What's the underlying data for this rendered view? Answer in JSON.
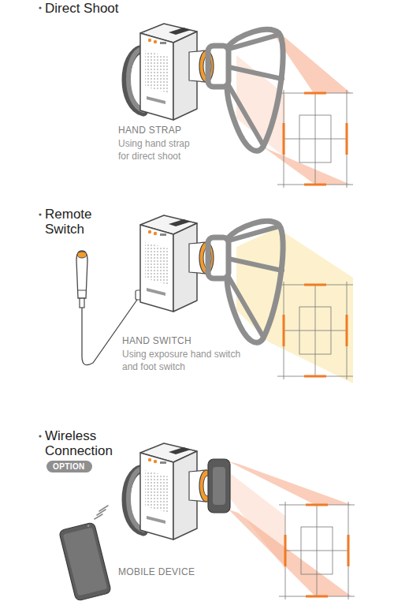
{
  "diagram": {
    "nodes": [
      {
        "text": [
          "OPTION"
        ]
      }
    ],
    "labels": [
      "Direct Shoot",
      "HAND STRAP",
      "Using hand strap for direct shoot",
      "Remote Switch",
      "HAND SWITCH",
      "Using exposure hand switch and foot switch",
      "Wireless Connection",
      "MOBILE DEVICE"
    ]
  }
}
